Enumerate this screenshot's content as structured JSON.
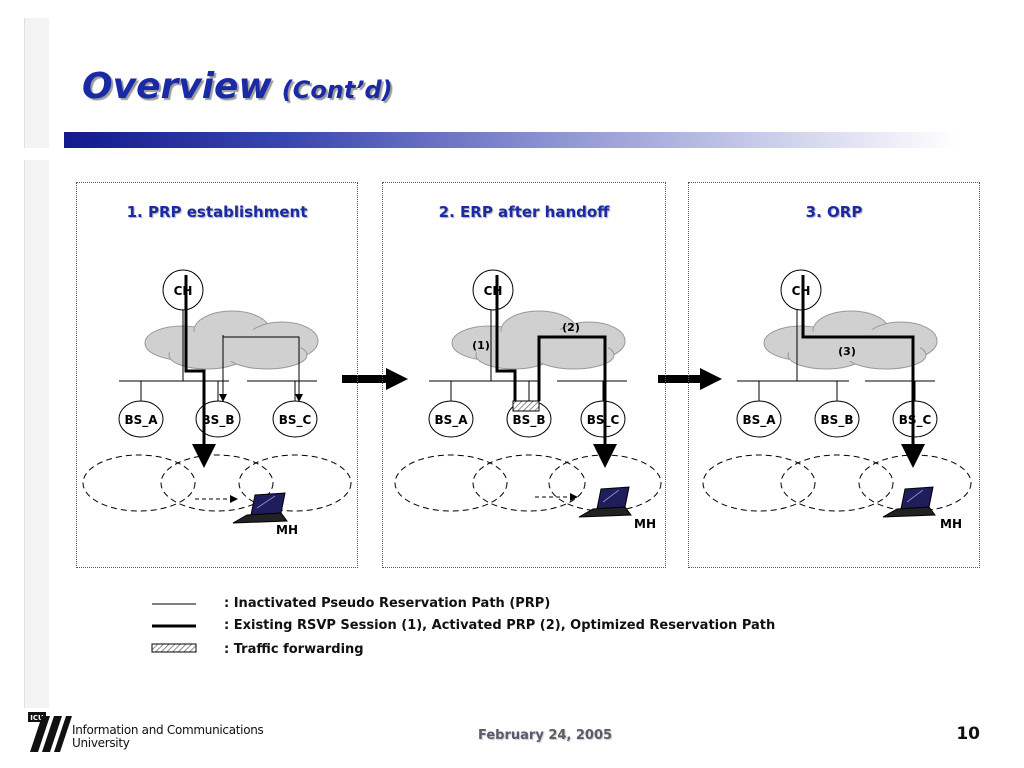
{
  "slide": {
    "title": "Overview",
    "title_suffix": "(Cont’d)",
    "date": "February 24, 2005",
    "page_number": "10"
  },
  "panels": [
    {
      "title": "1. PRP establishment",
      "nodes": {
        "ch": "CH",
        "bs_a": "BS_A",
        "bs_b": "BS_B",
        "bs_c": "BS_C",
        "mh": "MH"
      }
    },
    {
      "title": "2. ERP after handoff",
      "nodes": {
        "ch": "CH",
        "bs_a": "BS_A",
        "bs_b": "BS_B",
        "bs_c": "BS_C",
        "mh": "MH"
      },
      "path_labels": {
        "p1": "(1)",
        "p2": "(2)"
      }
    },
    {
      "title": "3. ORP",
      "nodes": {
        "ch": "CH",
        "bs_a": "BS_A",
        "bs_b": "BS_B",
        "bs_c": "BS_C",
        "mh": "MH"
      },
      "path_labels": {
        "p3": "(3)"
      }
    }
  ],
  "legend": [
    {
      "line_style": "thin",
      "text": ": Inactivated Pseudo Reservation Path (PRP)"
    },
    {
      "line_style": "thick",
      "text": ": Existing RSVP Session (1),     Activated PRP (2),     Optimized Reservation Path"
    },
    {
      "line_style": "hatched",
      "text": ": Traffic forwarding"
    }
  ],
  "logo": {
    "mark": "ICU",
    "line1": "Information and Communications",
    "line2": "University"
  },
  "colors": {
    "title_blue": "#1a2aa6",
    "cloud_gray": "#d0d0d0",
    "rule_dark": "#121a8c"
  },
  "icons": [
    "arrow-right-icon",
    "laptop-icon",
    "cloud-icon"
  ]
}
